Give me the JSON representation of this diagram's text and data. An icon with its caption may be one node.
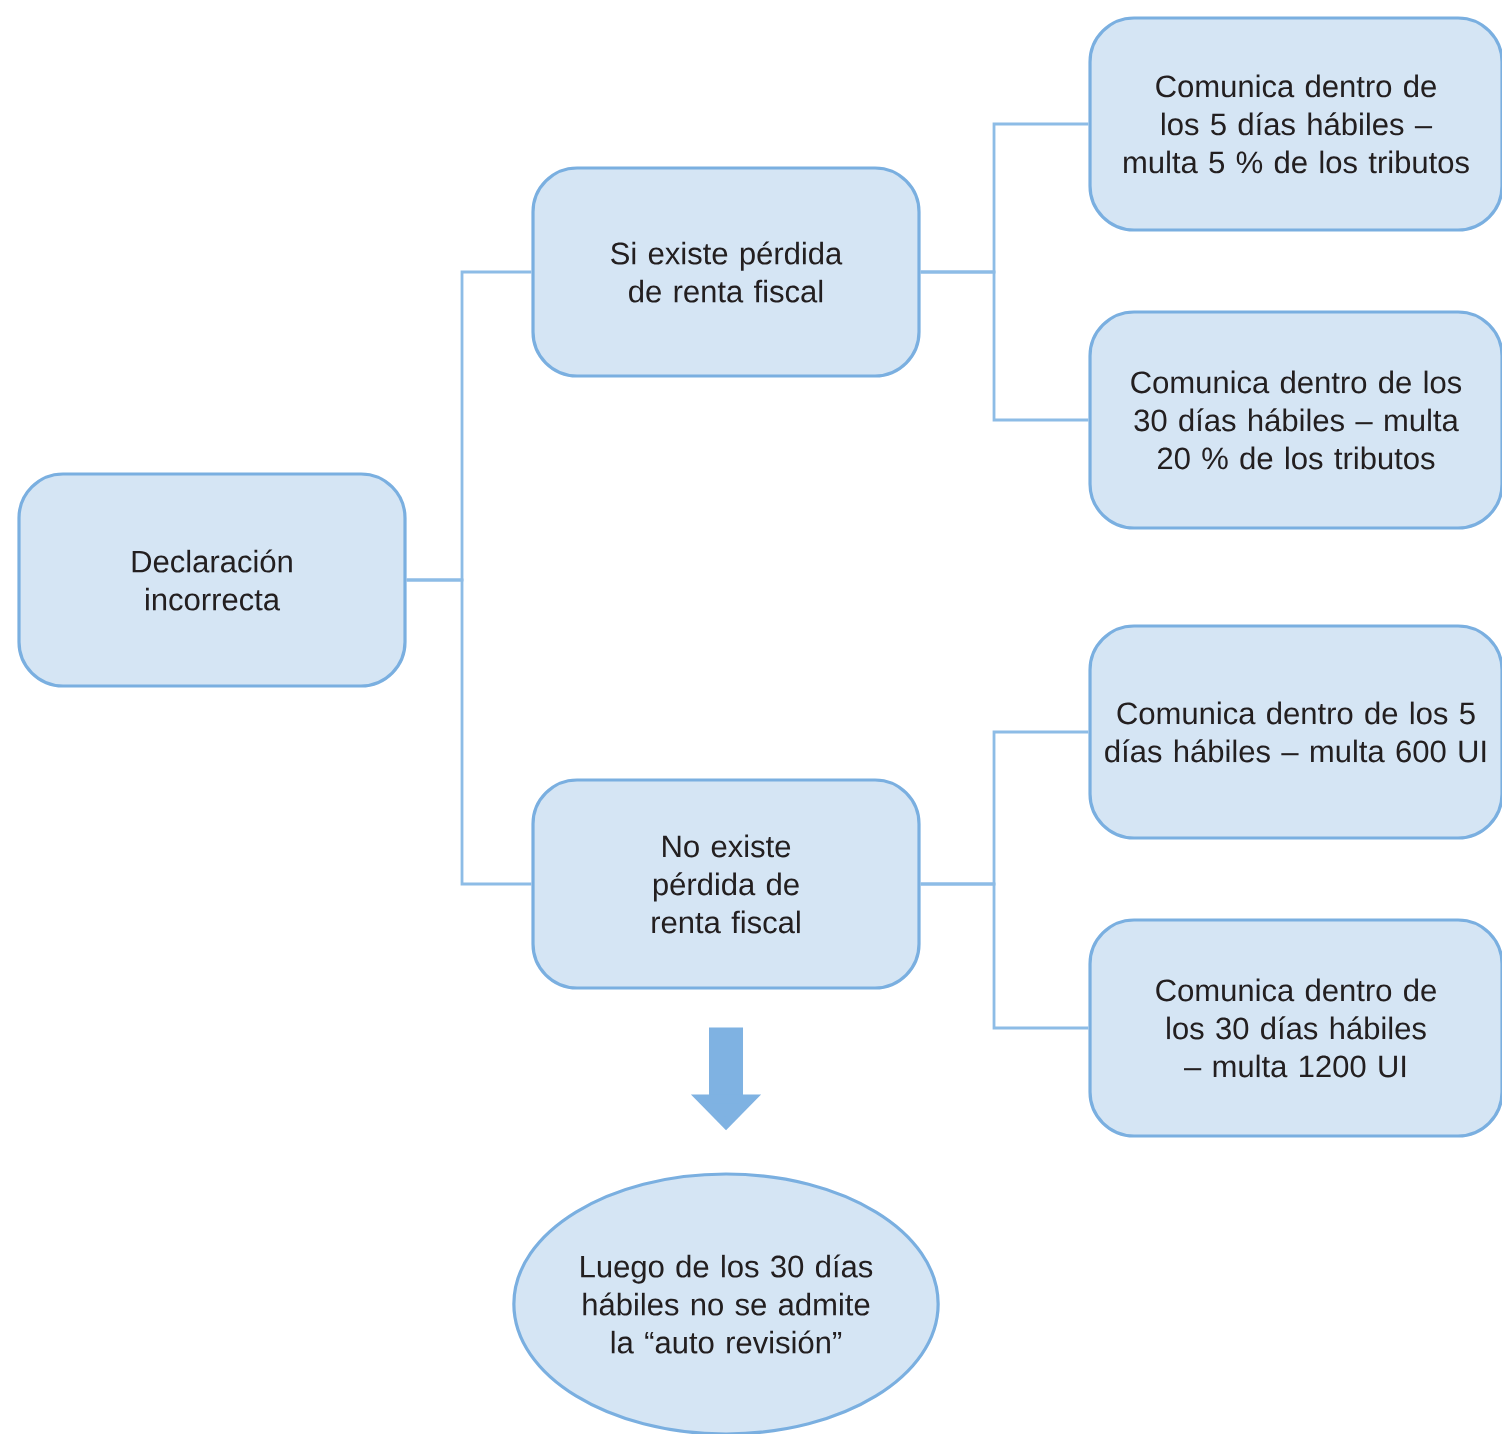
{
  "diagram": {
    "nodes": [
      {
        "text": [
          "Declaración incorrecta"
        ]
      },
      {
        "text": [
          "Si existe pérdida de renta fiscal"
        ]
      },
      {
        "text": [
          "No existe pérdida de renta fiscal"
        ]
      },
      {
        "text": [
          "Comunica dentro de los 5 días hábiles – multa 5 % de los tributos"
        ]
      },
      {
        "text": [
          "Comunica dentro de los 30 días hábiles – multa  20 % de los tributos"
        ]
      },
      {
        "text": [
          "Comunica dentro de los 5 días hábiles – multa 600 UI"
        ]
      },
      {
        "text": [
          "Comunica dentro de los 30 días hábiles – multa 1200 UI"
        ]
      },
      {
        "text": [
          "Luego de los 30 días hábiles no se admite la “auto revisión”"
        ]
      }
    ],
    "edges": [
      {
        "from": 0,
        "to": 1,
        "arrow": "none"
      },
      {
        "from": 0,
        "to": 2,
        "arrow": "none"
      },
      {
        "from": 1,
        "to": 3,
        "arrow": "none"
      },
      {
        "from": 1,
        "to": 4,
        "arrow": "none"
      },
      {
        "from": 2,
        "to": 5,
        "arrow": "none"
      },
      {
        "from": 2,
        "to": 6,
        "arrow": "none"
      },
      {
        "from": 2,
        "to": 7,
        "arrow": "to",
        "style": "thick"
      }
    ]
  }
}
